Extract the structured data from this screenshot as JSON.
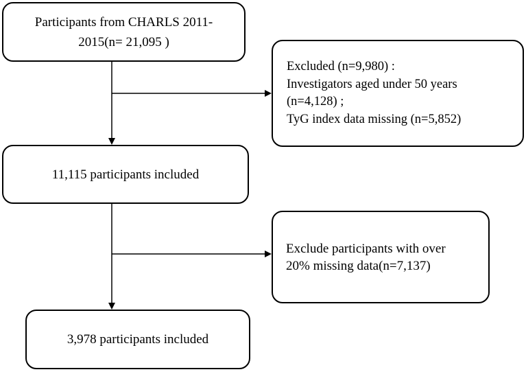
{
  "flowchart": {
    "source": {
      "text": "Participants from CHARLS 2011-\n2015(n= 21,095 )"
    },
    "exclusion_1": {
      "text": "Excluded (n=9,980) :\nInvestigators aged under 50 years\n(n=4,128) ;\nTyG index data missing (n=5,852)"
    },
    "included_1": {
      "text": "11,115 participants included"
    },
    "exclusion_2": {
      "text": "Exclude participants with over\n20% missing data(n=7,137)"
    },
    "final": {
      "text": "3,978 participants included"
    }
  },
  "colors": {
    "stroke": "#000000",
    "box_fill": "#ffffff",
    "text": "#000000"
  }
}
